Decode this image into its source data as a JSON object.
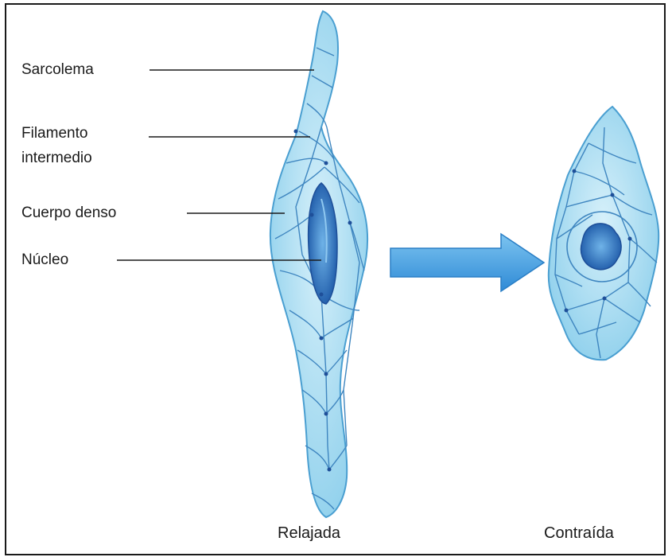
{
  "labels": {
    "sarcolema": "Sarcolema",
    "filamento_line1": "Filamento",
    "filamento_line2": "intermedio",
    "cuerpo_denso": "Cuerpo denso",
    "nucleo": "Núcleo"
  },
  "captions": {
    "relaxed": "Relajada",
    "contracted": "Contraída"
  },
  "colors": {
    "cell_fill": "#a9dbef",
    "cell_light": "#d6f0fa",
    "cell_outline": "#4a9fd1",
    "network_line": "#3f86c0",
    "nucleus": "#2f78c0",
    "nucleus_dark": "#1e4f99",
    "arrow": "#3f9ee0",
    "leader_line": "#1a1a1a"
  },
  "icons": {
    "arrow": "right-arrow-icon"
  }
}
